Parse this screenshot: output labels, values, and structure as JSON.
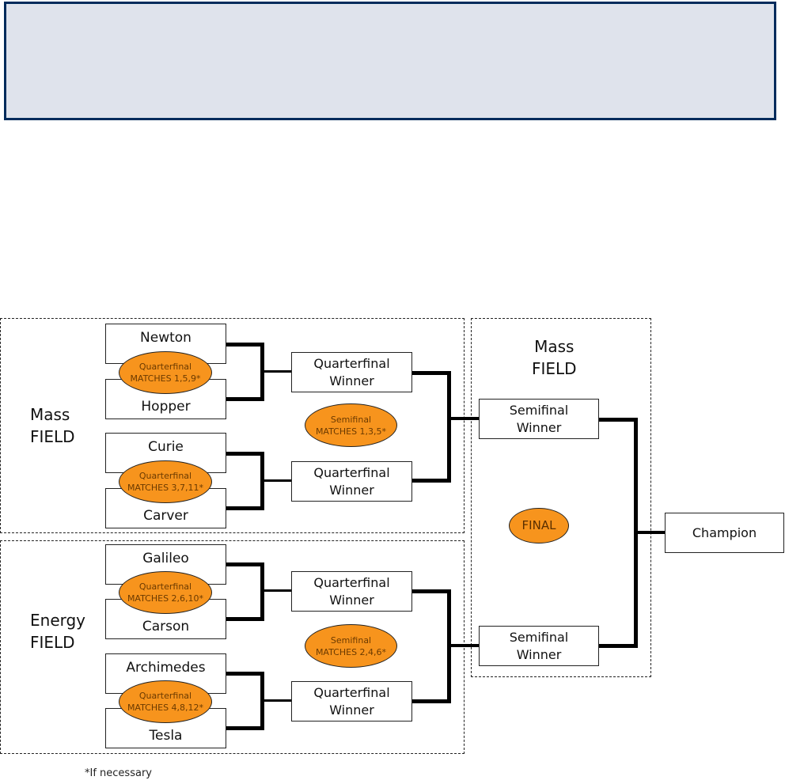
{
  "banner": {
    "text": ""
  },
  "fields": {
    "top_left": {
      "line1": "Mass",
      "line2": "FIELD"
    },
    "bottom_left": {
      "line1": "Energy",
      "line2": "FIELD"
    },
    "final_field": {
      "line1": "Mass",
      "line2": "FIELD"
    }
  },
  "teams": [
    "Newton",
    "Hopper",
    "Curie",
    "Carver",
    "Galileo",
    "Carson",
    "Archimedes",
    "Tesla"
  ],
  "quarterfinals": [
    {
      "title": "Quarterfinal",
      "matches": "MATCHES 1,5,9*"
    },
    {
      "title": "Quarterfinal",
      "matches": "MATCHES 3,7,11*"
    },
    {
      "title": "Quarterfinal",
      "matches": "MATCHES 2,6,10*"
    },
    {
      "title": "Quarterfinal",
      "matches": "MATCHES 4,8,12*"
    }
  ],
  "qf_winner": {
    "line1": "Quarterfinal",
    "line2": "Winner"
  },
  "semifinals": [
    {
      "title": "Semifinal",
      "matches": "MATCHES 1,3,5*"
    },
    {
      "title": "Semifinal",
      "matches": "MATCHES 2,4,6*"
    }
  ],
  "sf_winner": {
    "line1": "Semifinal",
    "line2": "Winner"
  },
  "final": {
    "label": "FINAL"
  },
  "champion": {
    "label": "Champion"
  },
  "footnote": "*If necessary",
  "colors": {
    "banner_bg": "#dfe3ec",
    "banner_border": "#002b5c",
    "match_fill": "#f7941d"
  }
}
